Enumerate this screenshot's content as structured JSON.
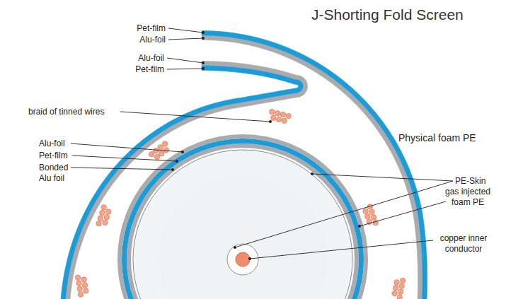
{
  "diagram": {
    "title": "J-Shorting Fold Screen",
    "labels": [
      "Pet-film",
      "Alu-foil",
      "Alu-foil",
      "Pet-film",
      "braid of tinned wires",
      "Alu-foil",
      "Pet-film",
      "Bonded Alu foil",
      "Physical foam PE",
      "PE-Skin",
      "gas injected foam PE",
      "copper inner conductor"
    ]
  }
}
